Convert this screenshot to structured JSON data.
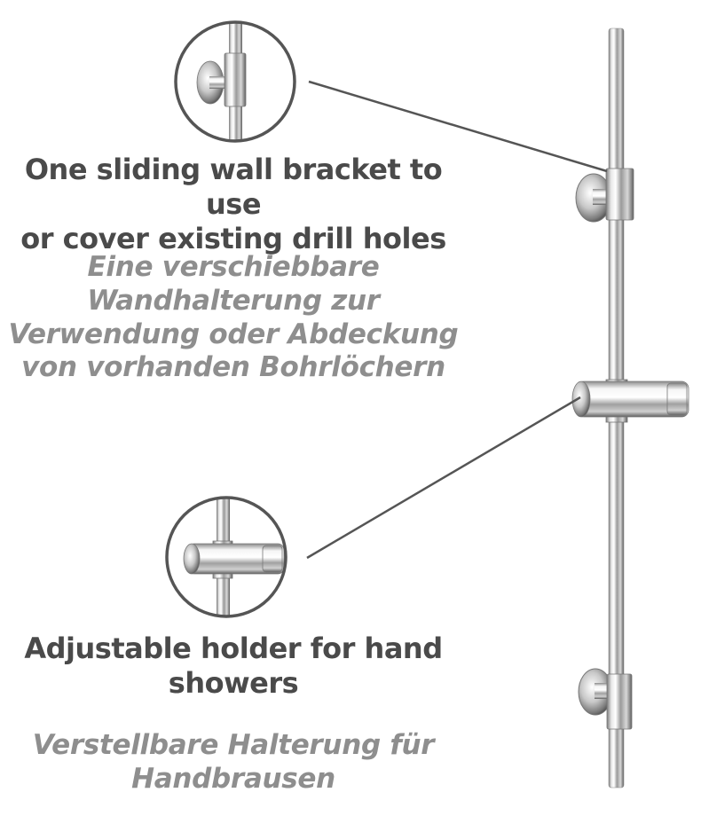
{
  "callouts": [
    {
      "id": "wall-bracket",
      "english_lines": [
        "One sliding wall bracket to use",
        "or cover existing drill holes"
      ],
      "german_lines": [
        "Eine verschiebbare",
        "Wandhalterung zur",
        "Verwendung oder Abdeckung",
        "von vorhanden Bohrlöchern"
      ]
    },
    {
      "id": "hand-shower-holder",
      "english_lines": [
        "Adjustable holder for hand",
        "showers"
      ],
      "german_lines": [
        "Verstellbare Halterung für",
        "Handbrausen"
      ]
    }
  ],
  "colors": {
    "english_text": "#4a4a4a",
    "german_text": "#8e8e8e",
    "chrome_highlight": "#ffffff",
    "chrome_shadow": "#6e6e6e",
    "callout_ring": "#555555"
  }
}
